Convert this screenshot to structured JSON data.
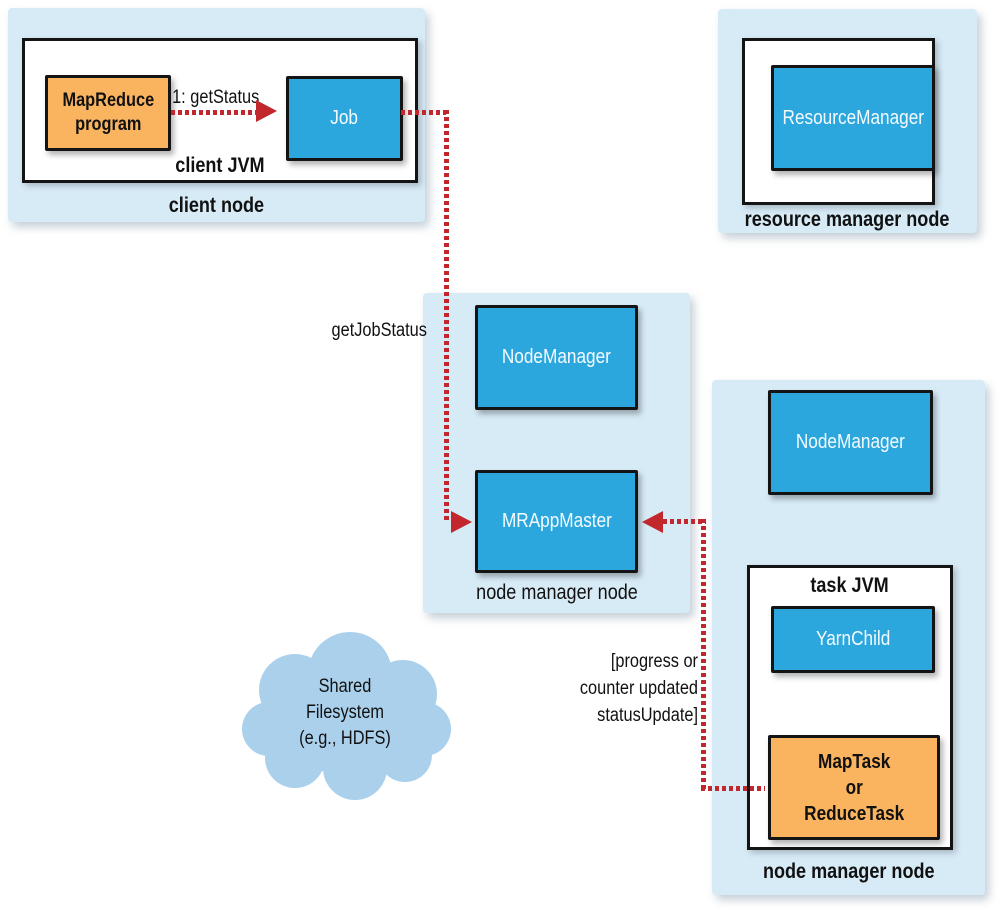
{
  "colors": {
    "container_fill": "#d7ebf7",
    "component_blue": "#2ba7de",
    "component_orange": "#fab45f",
    "arrow_red": "#c1272d",
    "cloud_fill": "#abd0ec",
    "border_ink": "#141414"
  },
  "nodes": {
    "client": {
      "label": "client node",
      "jvm": {
        "label": "client JVM"
      },
      "program": {
        "line1": "MapReduce",
        "line2": "program"
      },
      "job": {
        "label": "Job"
      }
    },
    "resource_manager": {
      "label": "resource manager node",
      "rm": {
        "label": "ResourceManager"
      }
    },
    "node_manager_center": {
      "label": "node manager node",
      "node_manager": {
        "label": "NodeManager"
      },
      "app_master": {
        "label": "MRAppMaster"
      }
    },
    "node_manager_right": {
      "label": "node manager node",
      "node_manager": {
        "label": "NodeManager"
      },
      "task_jvm": {
        "label": "task JVM"
      },
      "yarn_child": {
        "label": "YarnChild"
      },
      "task": {
        "line1": "MapTask",
        "line2": "or",
        "line3": "ReduceTask"
      }
    },
    "shared_fs": {
      "line1": "Shared",
      "line2": "Filesystem",
      "line3": "(e.g., HDFS)"
    }
  },
  "arrows": {
    "get_status": {
      "label": "1: getStatus"
    },
    "get_job_status": {
      "label": "getJobStatus"
    },
    "status_update": {
      "line1": "[progress or",
      "line2": "counter updated",
      "line3": "statusUpdate]"
    }
  }
}
